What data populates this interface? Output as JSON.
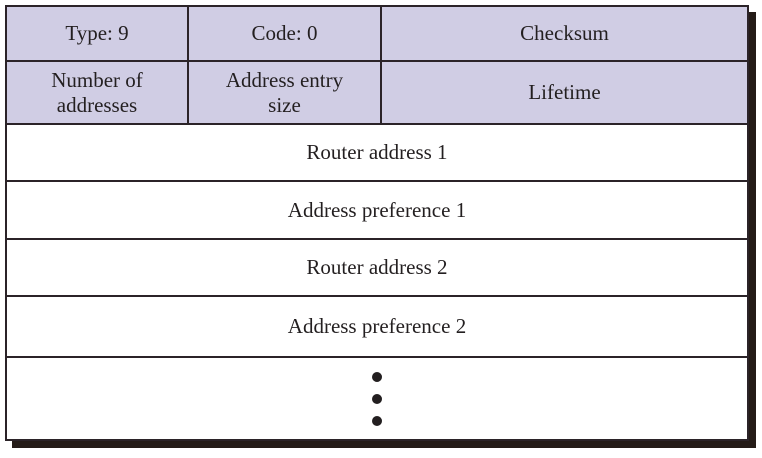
{
  "packet_diagram": {
    "header_rows": [
      {
        "cells": [
          {
            "label": "Type: 9"
          },
          {
            "label": "Code: 0"
          },
          {
            "label": "Checksum"
          }
        ]
      },
      {
        "cells": [
          {
            "label": "Number of\naddresses"
          },
          {
            "label": "Address entry\nsize"
          },
          {
            "label": "Lifetime"
          }
        ]
      }
    ],
    "data_rows": [
      {
        "label": "Router address 1"
      },
      {
        "label": "Address preference 1"
      },
      {
        "label": "Router address 2"
      },
      {
        "label": "Address preference 2"
      }
    ],
    "icons": {
      "continuation": "vertical-ellipsis-icon"
    },
    "colors": {
      "header_bg": "#d0cde4",
      "row_bg": "#ffffff",
      "border": "#2b2328",
      "text": "#231f20",
      "shadow": "#241b17"
    }
  }
}
